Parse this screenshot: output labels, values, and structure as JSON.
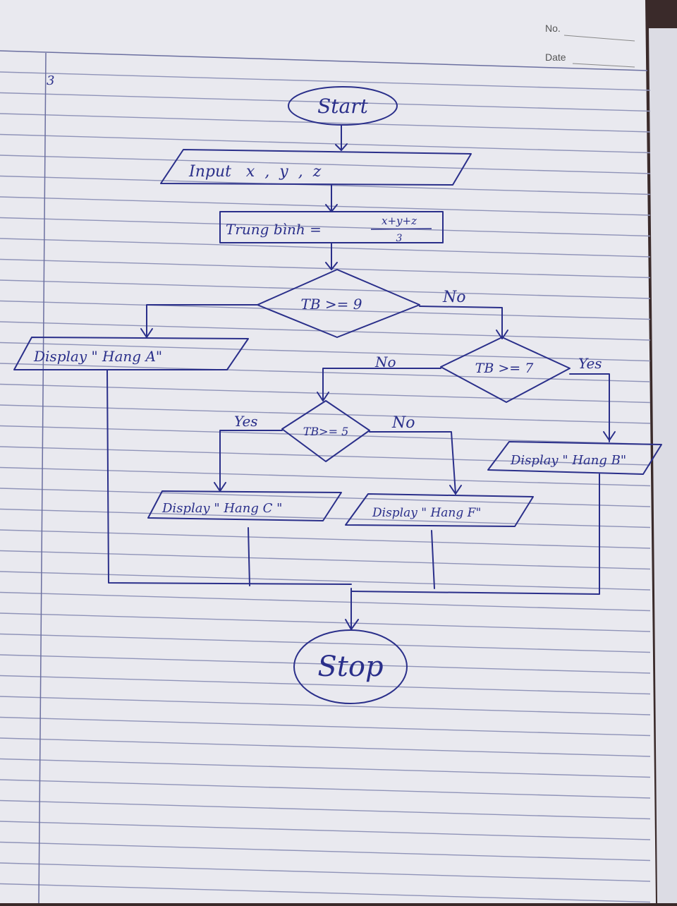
{
  "header": {
    "no_label": "No.",
    "date_label": "Date",
    "page_number": "3"
  },
  "flowchart": {
    "start": "Start",
    "input": "Input   x  ,  y  ,  z",
    "process_label": "Trung bình =",
    "process_numerator": "x+y+z",
    "process_denominator": "3",
    "decision1": "TB >= 9",
    "decision2": "TB >= 7",
    "decision3": "TB>= 5",
    "output_a": "Display \" Hang A\"",
    "output_b": "Display \" Hang B\"",
    "output_c": "Display \" Hang C \"",
    "output_f": "Display \" Hang F\"",
    "stop": "Stop",
    "edge_no_1": "No",
    "edge_no_2": "No",
    "edge_yes_2": "Yes",
    "edge_yes_3": "Yes",
    "edge_no_3": "No"
  },
  "colors": {
    "ink": "#2a2f8a",
    "paper": "#e9e9ef",
    "rule": "#8f93b8",
    "margin": "#6b6fa0"
  }
}
